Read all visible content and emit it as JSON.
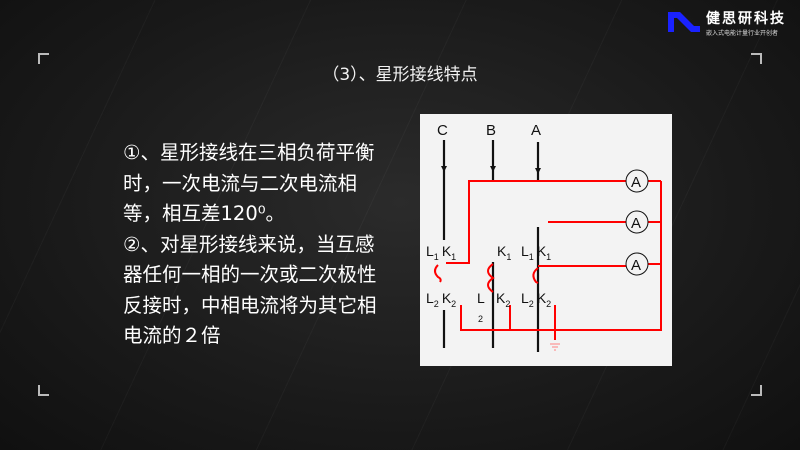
{
  "brand": {
    "name": "健思研科技",
    "tagline": "嵌入式电能计量行业开创者",
    "accent": "#1a22ff"
  },
  "slide": {
    "title": "（3）、星形接线特点",
    "points": [
      "①、星形接线在三相负荷平衡时，一次电流与二次电流相等，相互差120⁰。",
      "②、对星形接线来说，当互感器任何一相的一次或二次极性反接时，中相电流将为其它相电流的２倍"
    ]
  },
  "diagram": {
    "phases": [
      "C",
      "B",
      "A"
    ],
    "meter_label": "A",
    "terminals": {
      "l1": "L",
      "k1": "K",
      "l2": "L",
      "k2": "K",
      "sub1": "1",
      "sub2": "2"
    },
    "wire_color": "#ff0000"
  }
}
